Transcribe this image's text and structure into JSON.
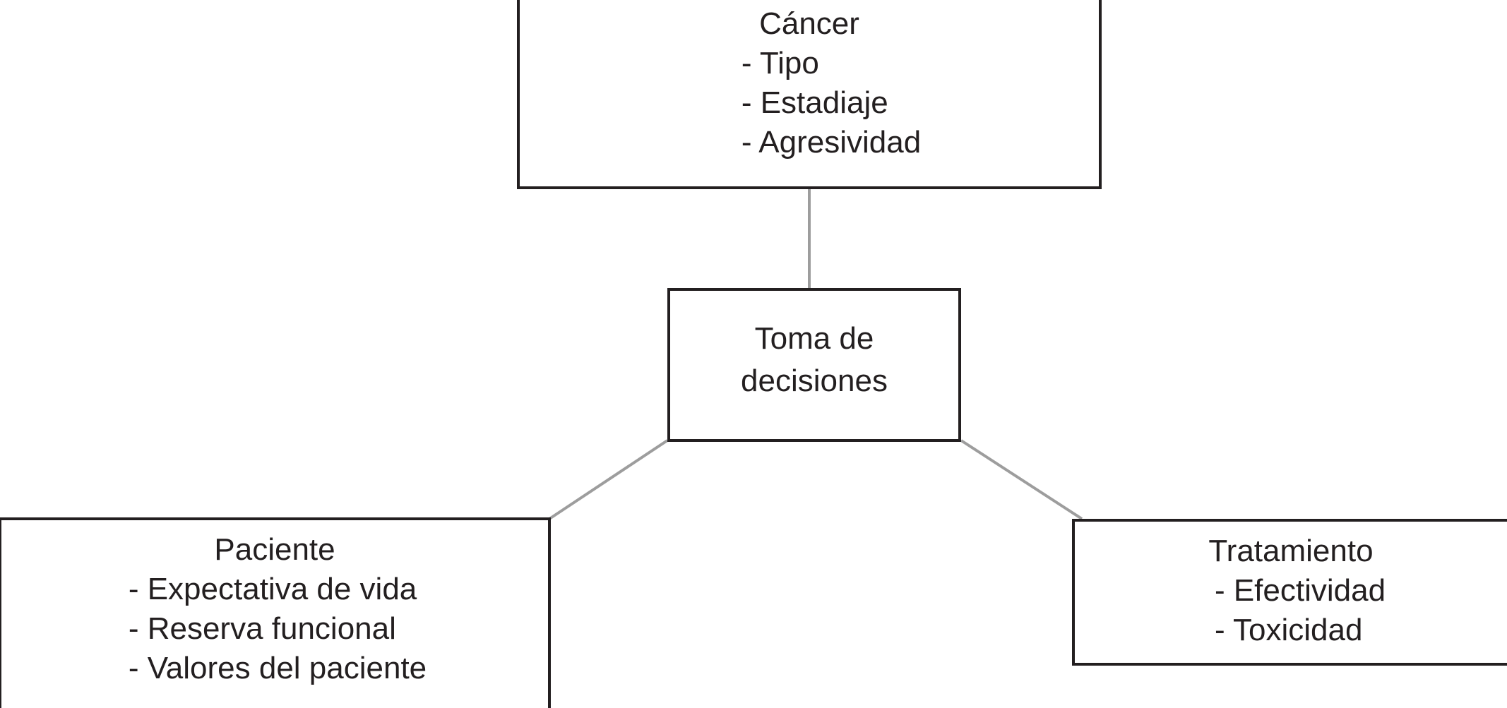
{
  "diagram": {
    "type": "flow-diagram",
    "language": "es",
    "background_color": "#ffffff",
    "node_border_color": "#231f20",
    "edge_color": "#9d9d9d",
    "text_color": "#231f20",
    "nodes": [
      {
        "id": "cancer",
        "title": "Cáncer",
        "items": [
          "- Tipo",
          "- Estadiaje",
          "- Agresividad"
        ]
      },
      {
        "id": "decision",
        "title_line1": "Toma de",
        "title_line2": "decisiones",
        "items": []
      },
      {
        "id": "patient",
        "title": "Paciente",
        "items": [
          "- Expectativa de vida",
          "- Reserva funcional",
          "- Valores del paciente"
        ]
      },
      {
        "id": "treatment",
        "title": "Tratamiento",
        "items": [
          "- Efectividad",
          "- Toxicidad"
        ]
      }
    ],
    "edges": [
      {
        "id": "cancer-decision",
        "from": "cancer",
        "to": "decision"
      },
      {
        "id": "decision-patient",
        "from": "decision",
        "to": "patient"
      },
      {
        "id": "decision-treatment",
        "from": "decision",
        "to": "treatment"
      }
    ]
  }
}
